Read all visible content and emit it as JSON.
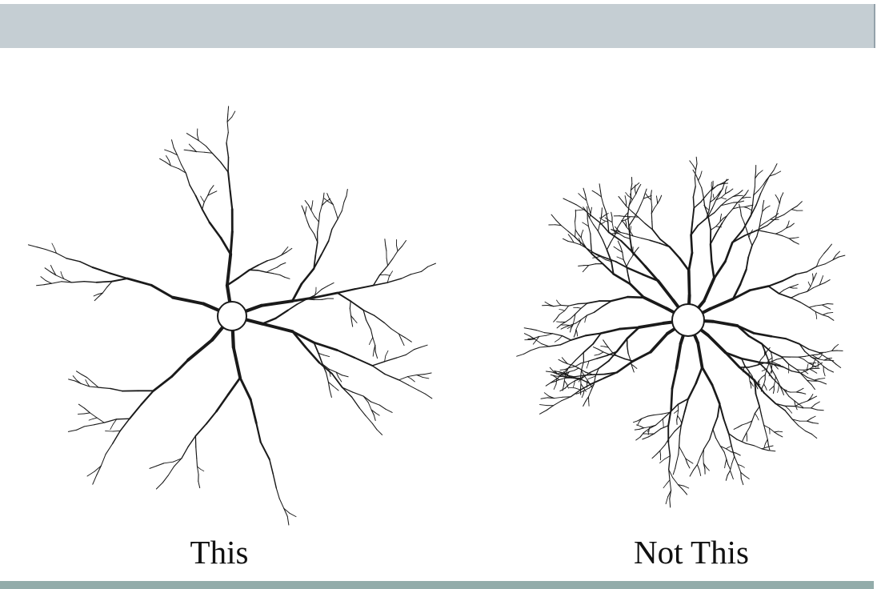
{
  "colors": {
    "top_bar": "#c5ced3",
    "bottom_bar": "#93acaa",
    "branch_stroke": "#1a1a1a",
    "background": "#ffffff"
  },
  "diagrams": {
    "left": {
      "caption": "This",
      "branch_count": 5,
      "style": "sparse"
    },
    "right": {
      "caption": "Not This",
      "branch_count": 10,
      "style": "dense"
    }
  }
}
